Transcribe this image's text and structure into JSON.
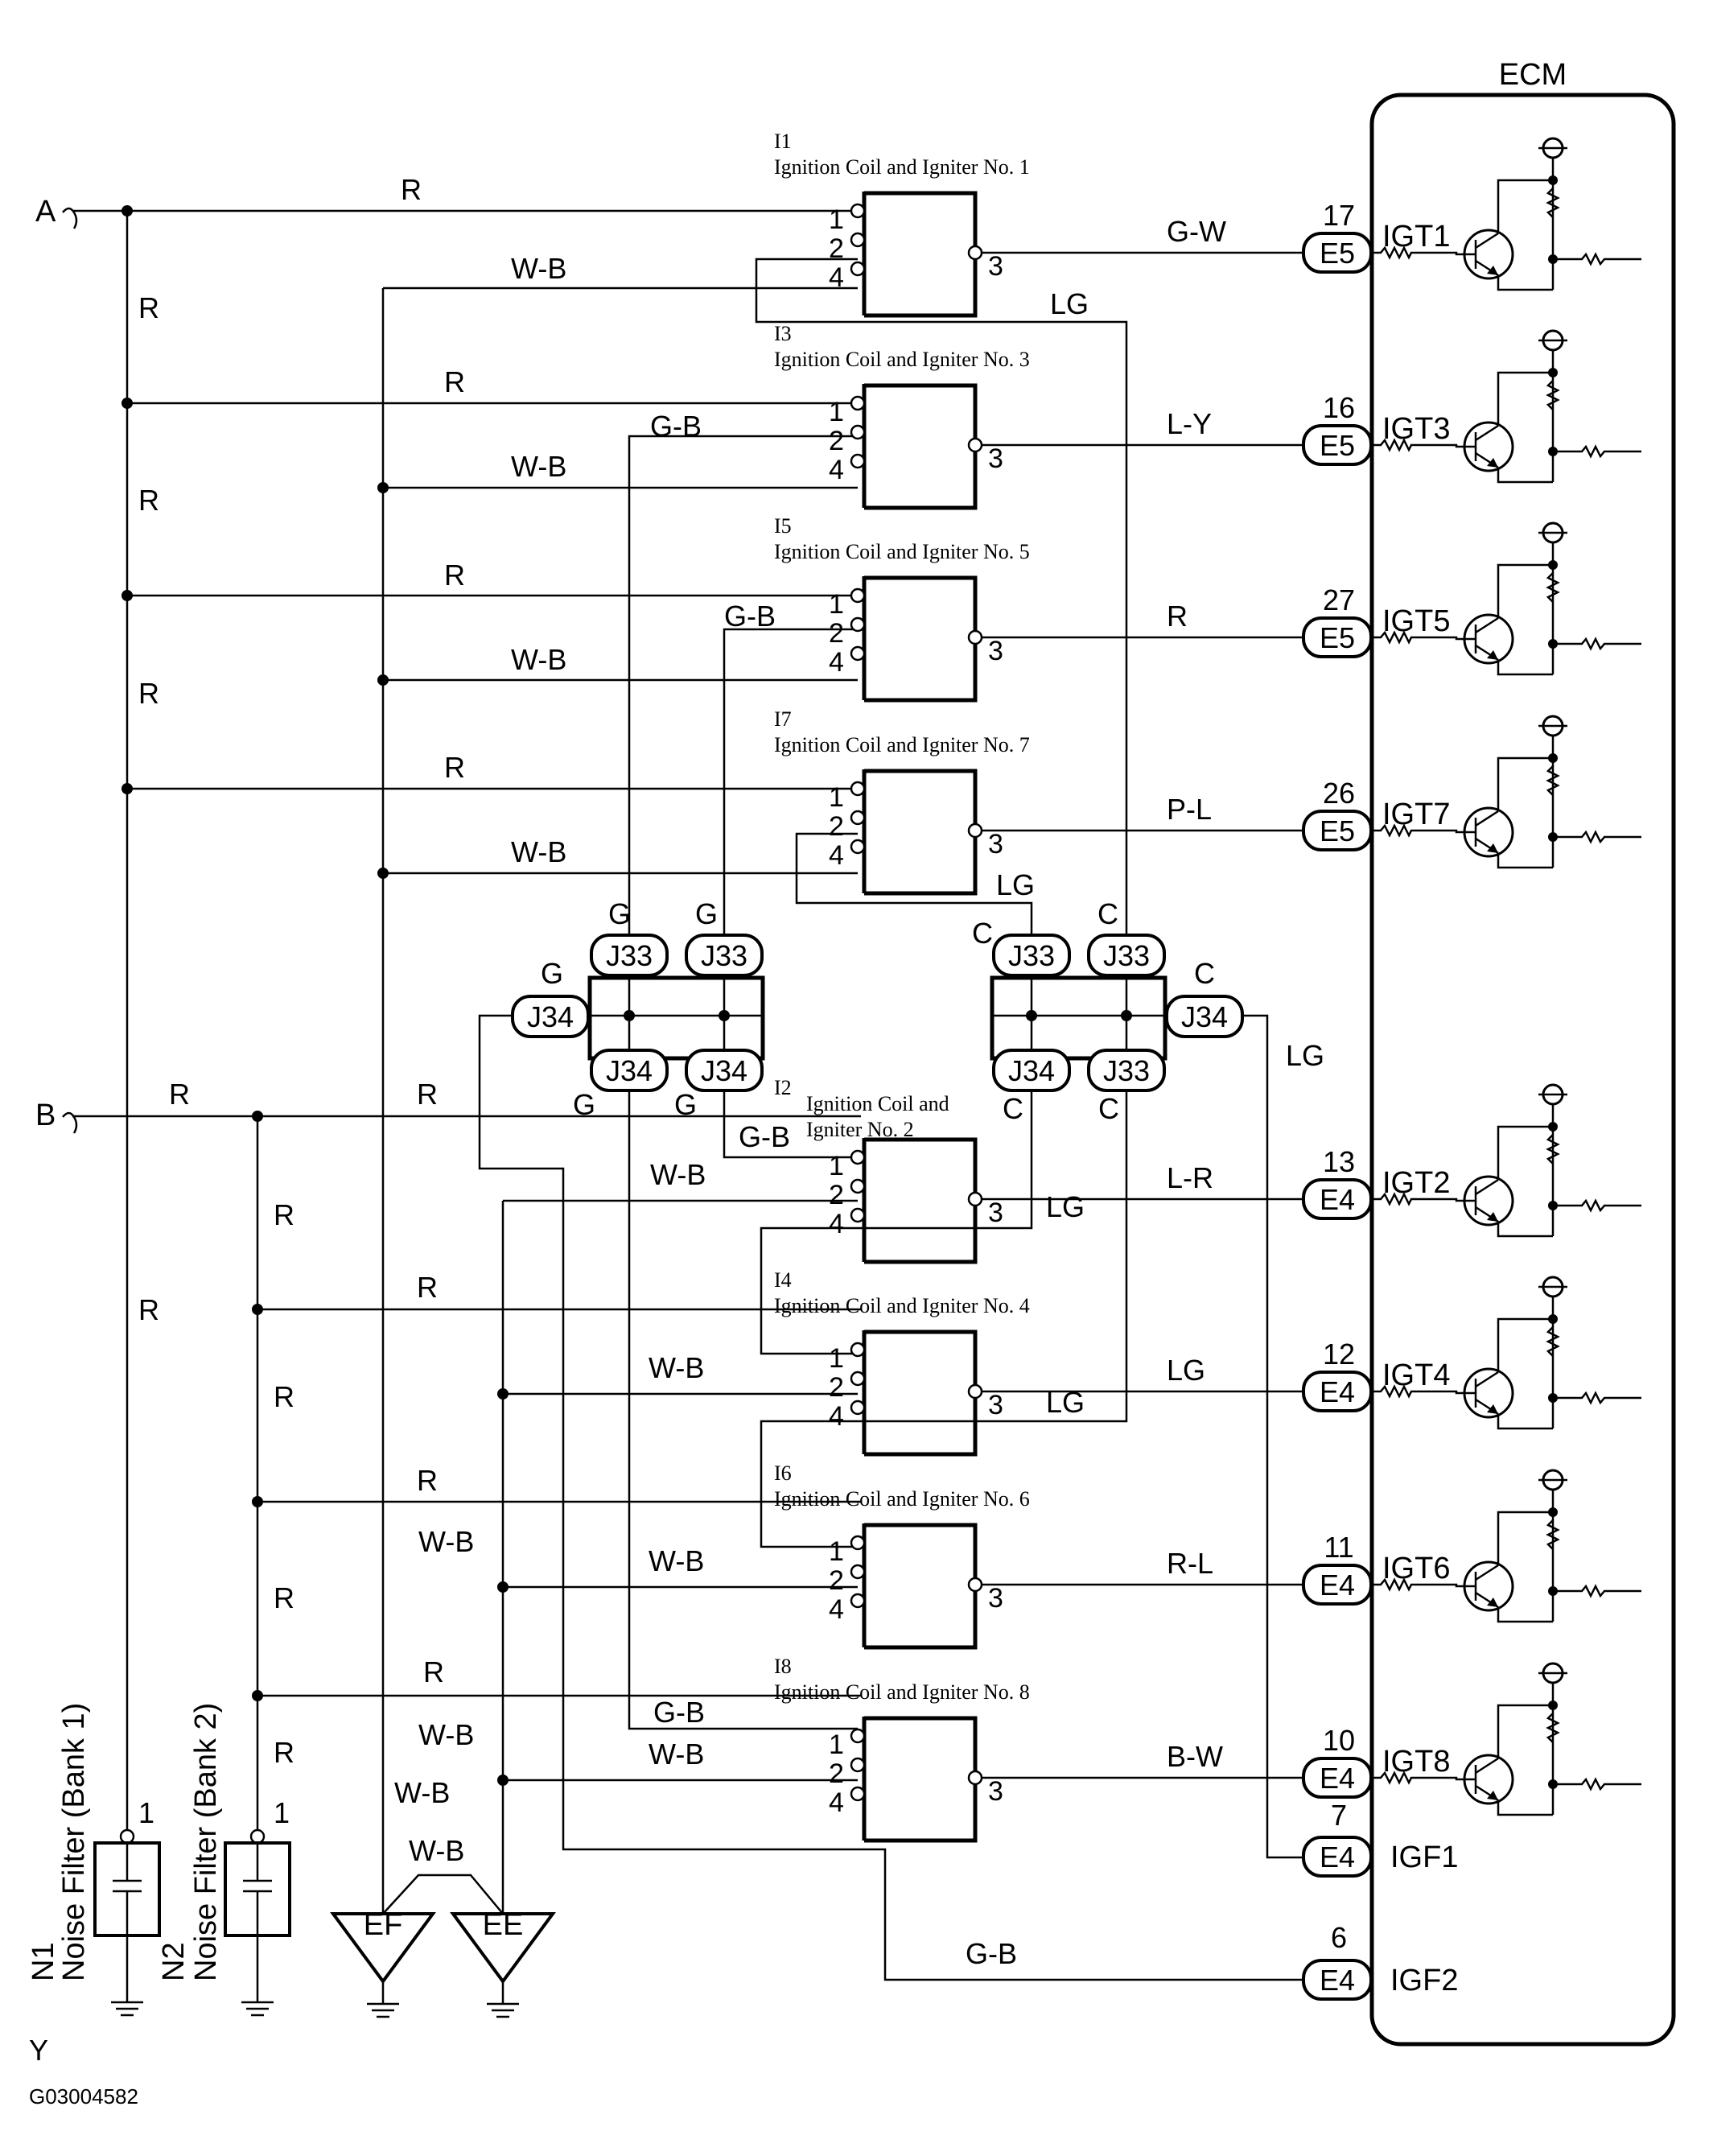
{
  "ecm": {
    "title": "ECM"
  },
  "inputs": {
    "a": "A",
    "b": "B"
  },
  "coils": [
    {
      "id": "I1",
      "name": "Ignition Coil and Igniter No. 1",
      "p1": "1",
      "p2": "2",
      "p4": "4",
      "p3": "3",
      "wire": "G-W",
      "pin": "17",
      "conn": "E5",
      "sig": "IGT1"
    },
    {
      "id": "I3",
      "name": "Ignition Coil and Igniter No. 3",
      "p1": "1",
      "p2": "2",
      "p4": "4",
      "p3": "3",
      "wire": "L-Y",
      "pin": "16",
      "conn": "E5",
      "sig": "IGT3"
    },
    {
      "id": "I5",
      "name": "Ignition Coil and Igniter No. 5",
      "p1": "1",
      "p2": "2",
      "p4": "4",
      "p3": "3",
      "wire": "R",
      "pin": "27",
      "conn": "E5",
      "sig": "IGT5"
    },
    {
      "id": "I7",
      "name": "Ignition Coil and Igniter No. 7",
      "p1": "1",
      "p2": "2",
      "p4": "4",
      "p3": "3",
      "wire": "P-L",
      "pin": "26",
      "conn": "E5",
      "sig": "IGT7"
    },
    {
      "id": "I2",
      "name1": "Ignition Coil and",
      "name2": "Igniter No. 2",
      "p1": "1",
      "p2": "2",
      "p4": "4",
      "p3": "3",
      "wire": "L-R",
      "pin": "13",
      "conn": "E4",
      "sig": "IGT2"
    },
    {
      "id": "I4",
      "name": "Ignition Coil and Igniter No. 4",
      "p1": "1",
      "p2": "2",
      "p4": "4",
      "p3": "3",
      "wire": "LG",
      "pin": "12",
      "conn": "E4",
      "sig": "IGT4"
    },
    {
      "id": "I6",
      "name": "Ignition Coil and Igniter No. 6",
      "p1": "1",
      "p2": "2",
      "p4": "4",
      "p3": "3",
      "wire": "R-L",
      "pin": "11",
      "conn": "E4",
      "sig": "IGT6"
    },
    {
      "id": "I8",
      "name": "Ignition Coil and Igniter No. 8",
      "p1": "1",
      "p2": "2",
      "p4": "4",
      "p3": "3",
      "wire": "B-W",
      "pin": "10",
      "conn": "E4",
      "sig": "IGT8"
    }
  ],
  "igf": [
    {
      "pin": "7",
      "conn": "E4",
      "sig": "IGF1"
    },
    {
      "pin": "6",
      "conn": "E4",
      "sig": "IGF2"
    }
  ],
  "wires": {
    "r": "R",
    "wb": "W-B",
    "gb": "G-B",
    "lg": "LG"
  },
  "junctions": {
    "j33": "J33",
    "j34": "J34",
    "g": "G",
    "c": "C"
  },
  "filters": [
    {
      "id": "N1",
      "name": "Noise Filter (Bank 1)",
      "pin": "1"
    },
    {
      "id": "N2",
      "name": "Noise Filter (Bank 2)",
      "pin": "1"
    }
  ],
  "grounds": {
    "ef": "EF",
    "ee": "EE"
  },
  "footer": {
    "y": "Y",
    "code": "G03004582"
  }
}
